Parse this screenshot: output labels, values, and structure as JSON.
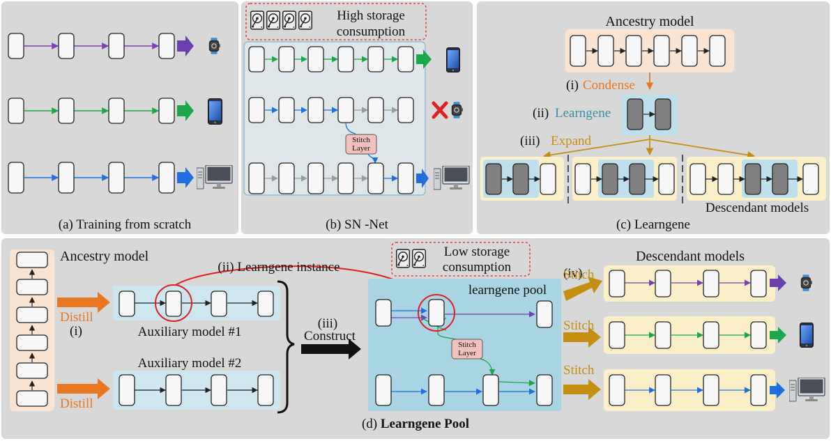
{
  "panel_a": {
    "caption": "(a) Training from scratch"
  },
  "panel_b": {
    "storage_label_line1": "High storage",
    "storage_label_line2": "consumption",
    "stitch_line1": "Stitch",
    "stitch_line2": "Layer",
    "caption": "(b) SN -Net"
  },
  "panel_c": {
    "ancestry_title": "Ancestry model",
    "step_i_num": "(i)",
    "step_i_word": "Condense",
    "step_ii_num": "(ii)",
    "step_ii_word": "Learngene",
    "step_iii_num": "(iii)",
    "step_iii_word": "Expand",
    "descendant_label": "Descendant models",
    "caption": "(c) Learngene"
  },
  "panel_d": {
    "ancestry_title": "Ancestry model",
    "distill_1": "Distill",
    "distill_2": "Distill",
    "step_i": "(i)",
    "learngene_instance": "(ii) Learngene instance",
    "aux_1": "Auxiliary model #1",
    "aux_2": "Auxiliary model #2",
    "step_iii": "(iii)",
    "construct": "Construct",
    "storage_line1": "Low storage",
    "storage_line2": "consumption",
    "pool_label": "learngene pool",
    "stitch_line1": "Stitch",
    "stitch_line2": "Layer",
    "step_iv": "(iv)",
    "descendant_title": "Descendant models",
    "stitch_1": "Stitch",
    "stitch_2": "Stitch",
    "stitch_3": "Stitch",
    "caption_prefix": "(d) ",
    "caption_bold": "Learngene Pool"
  },
  "colors": {
    "purple": "#7a3fb0",
    "green": "#1aa84a",
    "blue": "#1f6fe0",
    "orange": "#e87722",
    "teal": "#3a8fa8",
    "gold": "#c48e10",
    "red": "#e02020",
    "panel_bg": "#d8d8d8",
    "pool_bg": "#a8d4e4",
    "cream": "#fbefc8",
    "peach": "#fbe3d2",
    "lightblue": "#cde6f0",
    "pink": "#f2c1bd"
  },
  "icons": {
    "watch": "smartwatch-icon",
    "phone": "smartphone-icon",
    "desktop": "desktop-computer-icon",
    "disk": "hard-disk-icon",
    "cross": "red-x-icon"
  }
}
